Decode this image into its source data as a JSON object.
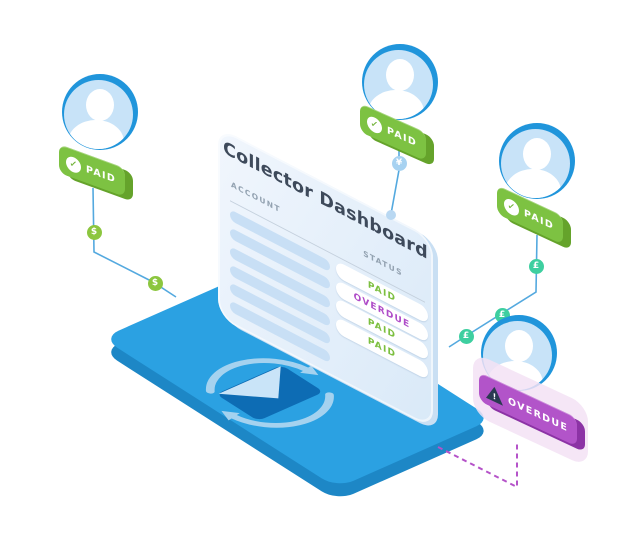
{
  "card": {
    "title": "Collector Dashboard",
    "columns": {
      "account": "ACCOUNT",
      "status": "STATUS"
    },
    "rows": [
      {
        "status": "PAID"
      },
      {
        "status": "OVERDUE"
      },
      {
        "status": "PAID"
      },
      {
        "status": "PAID"
      }
    ],
    "account_rows": 6
  },
  "badges": {
    "left": "PAID",
    "top": "PAID",
    "right": "PAID",
    "overdue": "OVERDUE"
  },
  "icons": {
    "check": "✓",
    "warning": "!",
    "dollar": "$",
    "pound": "£",
    "yen": "¥"
  },
  "colors": {
    "laptop_top": "#2BA1E2",
    "laptop_side": "#1D87C6",
    "badge_green": "#7DC242",
    "badge_green_dark": "#65A32B",
    "badge_purple": "#B254C9",
    "badge_purple_dark": "#8C33A5",
    "status_paid": "#7CBF3F",
    "status_overdue": "#AF4CC8",
    "avatar_ring": "#2095DB",
    "avatar_fill": "#C8E3F8",
    "coin_dollar": "#8CC63F",
    "coin_pound": "#3ECFA0",
    "coin_yen": "#A7D2F1",
    "connector": "#54A9DF",
    "dashed": "#B553C9",
    "envelope": "#0D6CB4",
    "envelope_flap": "#C9E4F8"
  }
}
